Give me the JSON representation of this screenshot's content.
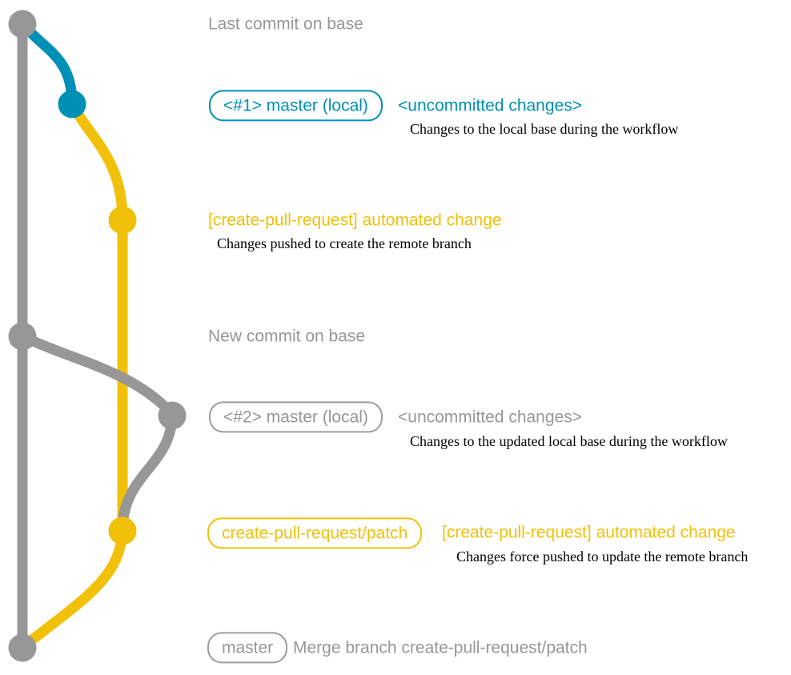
{
  "colors": {
    "base_branch": "#979797",
    "local_branch": "#008fb5",
    "patch_branch": "#f1c109",
    "note_text": "#000000"
  },
  "graph": {
    "branches": [
      {
        "name": "base",
        "color": "#979797"
      },
      {
        "name": "master (local)",
        "color": "#008fb5"
      },
      {
        "name": "create-pull-request/patch",
        "color": "#f1c109"
      }
    ]
  },
  "rows": [
    {
      "label": "Last commit on base"
    },
    {
      "tag": "<#1> master (local)",
      "message": "<uncommitted changes>",
      "note": "Changes to the local base during the workflow"
    },
    {
      "message": "[create-pull-request] automated change",
      "note": "Changes pushed to create the remote branch"
    },
    {
      "label": "New commit on base"
    },
    {
      "tag": "<#2> master (local)",
      "message": "<uncommitted changes>",
      "note": "Changes to the updated local base during the workflow"
    },
    {
      "tag": "create-pull-request/patch",
      "message": "[create-pull-request] automated change",
      "note": "Changes force pushed to update the remote branch"
    },
    {
      "tag": "master",
      "label": "Merge branch create-pull-request/patch"
    }
  ]
}
